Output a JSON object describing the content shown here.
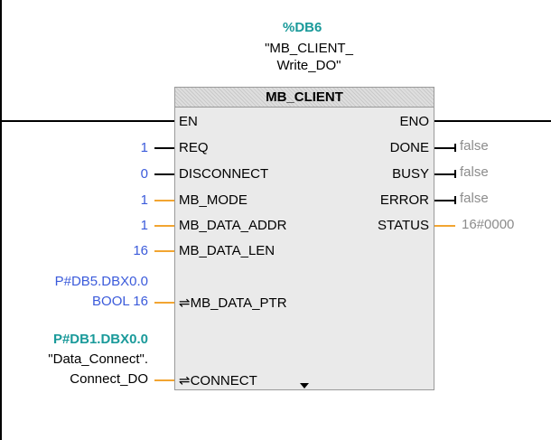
{
  "instance": {
    "db_number": "%DB6",
    "db_name_line1": "\"MB_CLIENT_",
    "db_name_line2": "Write_DO\""
  },
  "block": {
    "title": "MB_CLIENT",
    "inputs": [
      {
        "name": "EN",
        "value": ""
      },
      {
        "name": "REQ",
        "value": "1"
      },
      {
        "name": "DISCONNECT",
        "value": "0"
      },
      {
        "name": "MB_MODE",
        "value": "1"
      },
      {
        "name": "MB_DATA_ADDR",
        "value": "1"
      },
      {
        "name": "MB_DATA_LEN",
        "value": "16"
      },
      {
        "name": "⇌MB_DATA_PTR",
        "value_line1": "P#DB5.DBX0.0",
        "value_line2": "BOOL 16"
      },
      {
        "name": "⇌CONNECT",
        "value_line1": "P#DB1.DBX0.0",
        "value_line2": "\"Data_Connect\".",
        "value_line3": "Connect_DO"
      }
    ],
    "outputs": [
      {
        "name": "ENO",
        "value": ""
      },
      {
        "name": "DONE",
        "value": "false"
      },
      {
        "name": "BUSY",
        "value": "false"
      },
      {
        "name": "ERROR",
        "value": "false"
      },
      {
        "name": "STATUS",
        "value": "16#0000"
      }
    ]
  },
  "colors": {
    "instance_db": "#1a9a9a",
    "constant_value": "#3b5bdb",
    "wire_bool": "#000000",
    "wire_int": "#f2a531",
    "monitor_value": "#8c8c8c"
  }
}
